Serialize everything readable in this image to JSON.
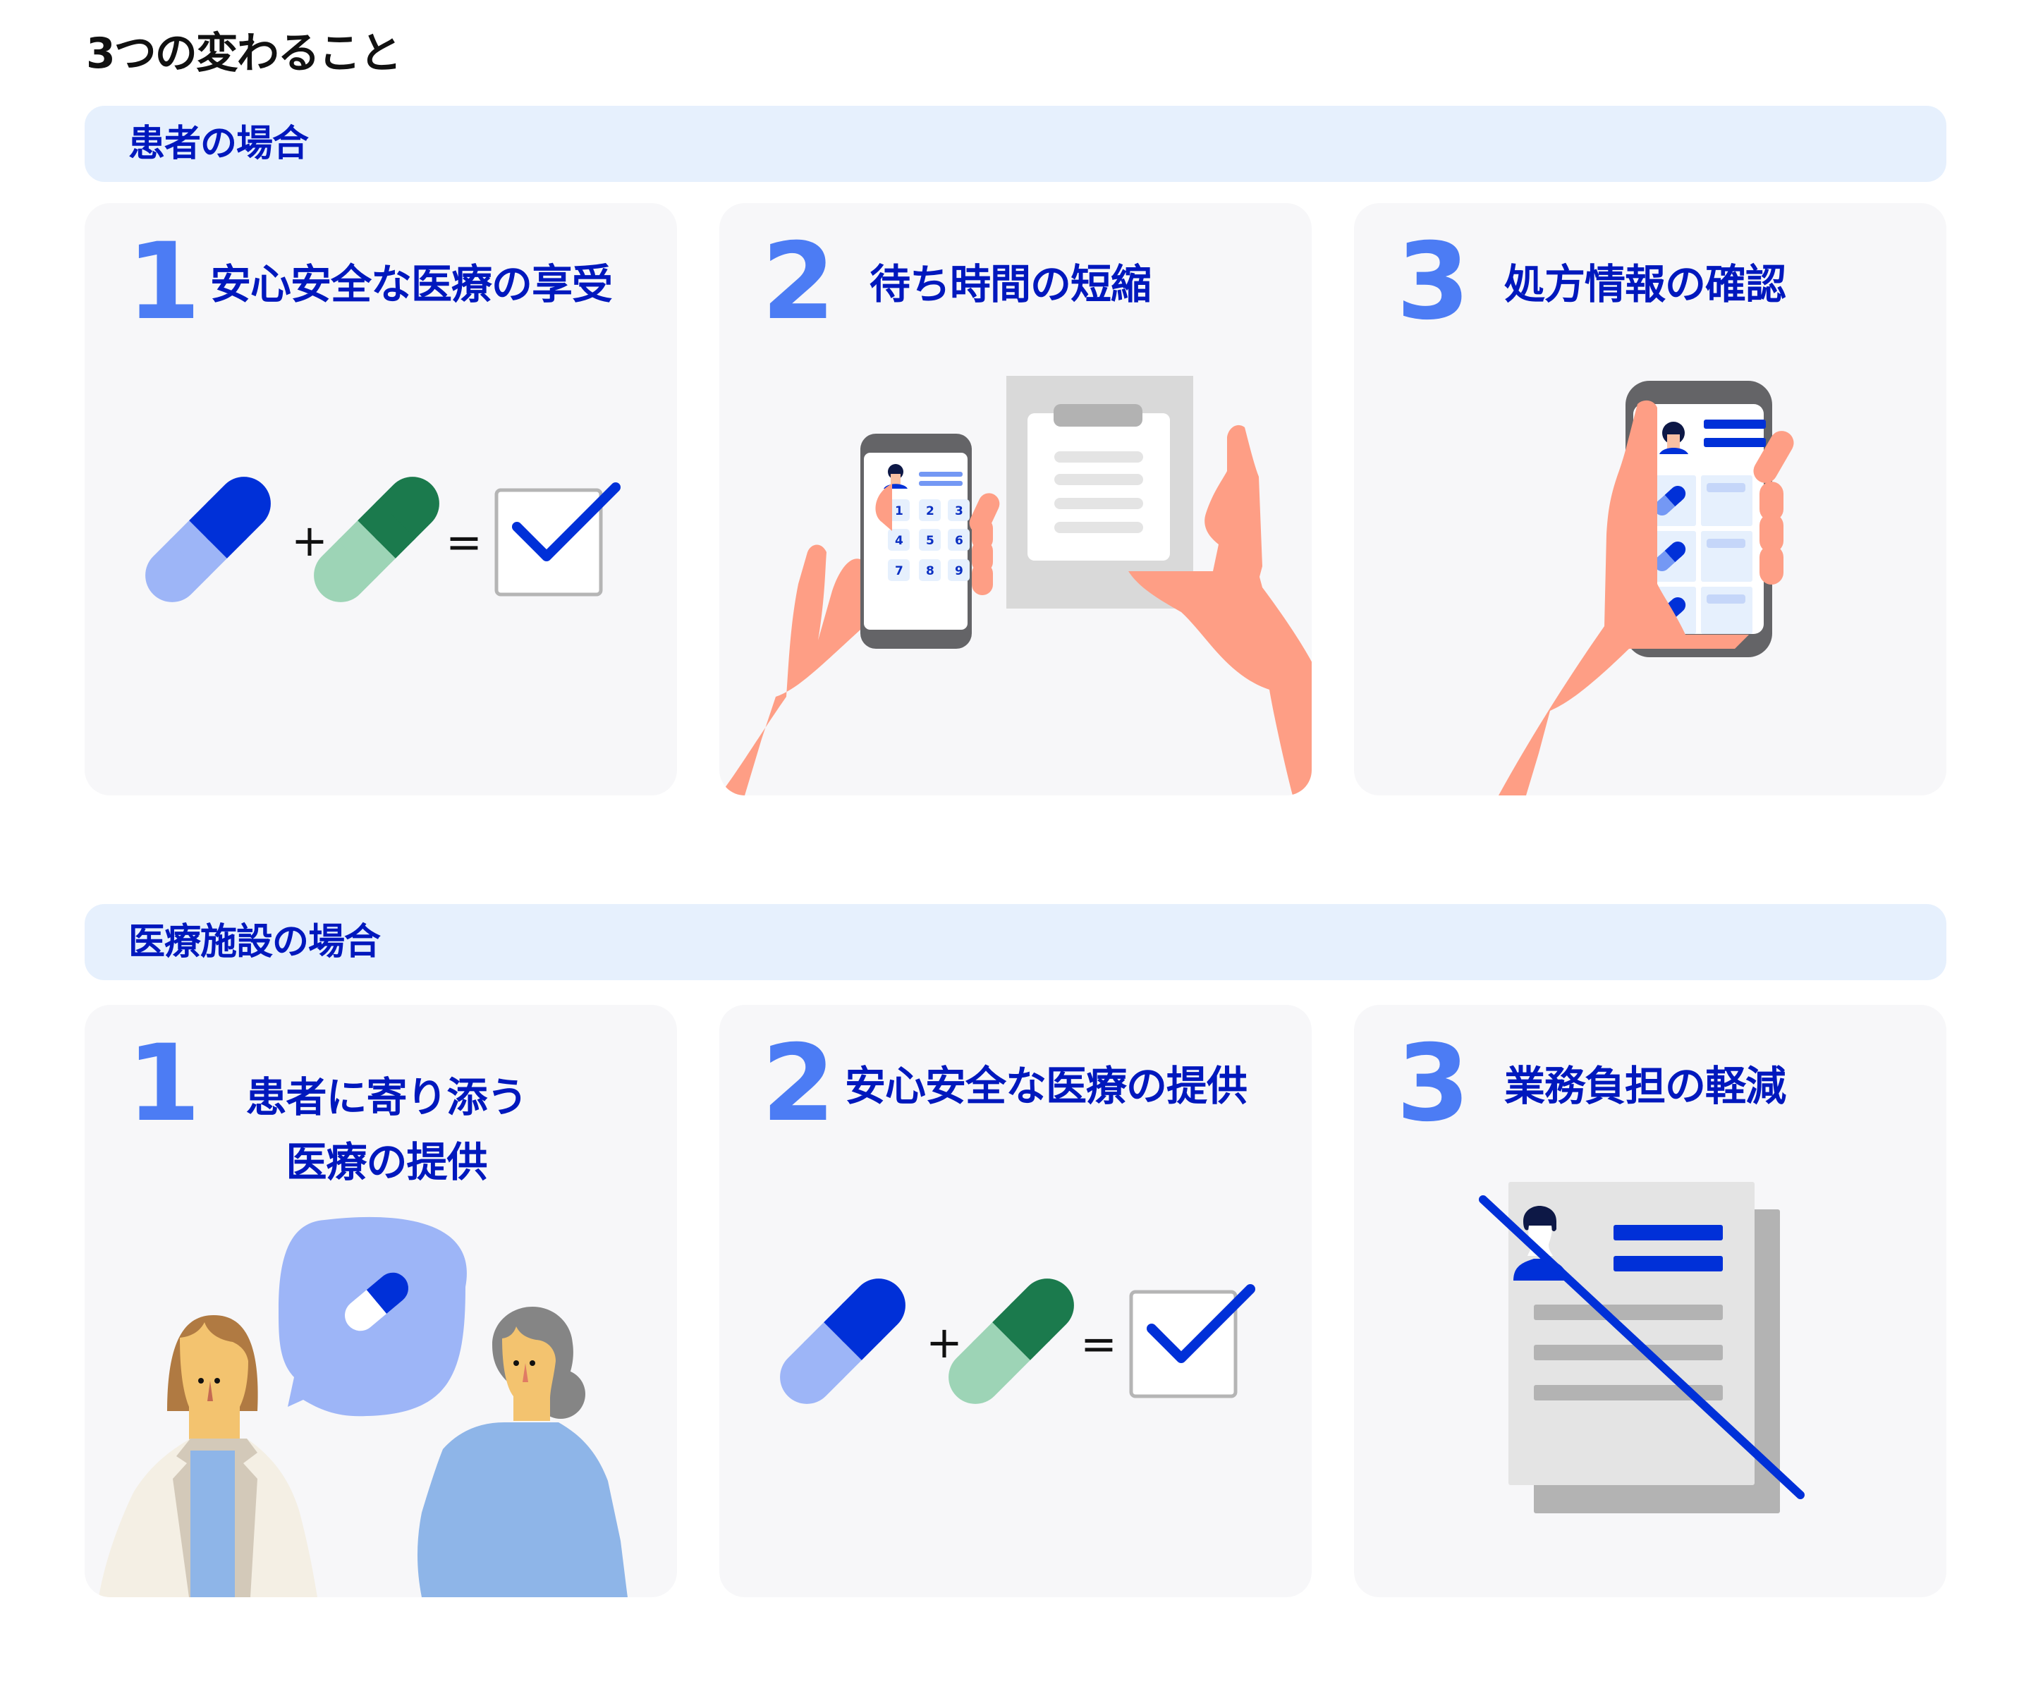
{
  "page": {
    "title": "3つの変わること"
  },
  "colors": {
    "title_text": "#111111",
    "section_band_bg": "#e6f0fd",
    "section_label": "#0018bd",
    "card_bg": "#f7f7f9",
    "number": "#4c7cf4",
    "card_title": "#0018bd",
    "pill_dark_blue": "#0030d8",
    "pill_light_blue": "#9db5f7",
    "pill_dark_green": "#1b7a4d",
    "pill_light_green": "#9dd4b6",
    "skin_hand": "#fe9e85",
    "phone_frame": "#646467",
    "doc_gray": "#e4e4e4",
    "doc_shadow": "#b3b3b3"
  },
  "sections": [
    {
      "label": "患者の場合",
      "cards": [
        {
          "number": "1",
          "title": "安心安全な医療の享受",
          "illustration": "pill-plus-pill-equals-check"
        },
        {
          "number": "2",
          "title": "待ち時間の短縮",
          "illustration": "phone-keypad-and-clipboard-in-hands",
          "keypad": [
            "1",
            "2",
            "3",
            "4",
            "5",
            "6",
            "7",
            "8",
            "9"
          ]
        },
        {
          "number": "3",
          "title": "処方情報の確認",
          "illustration": "phone-with-prescription-list-in-hand"
        }
      ]
    },
    {
      "label": "医療施設の場合",
      "cards": [
        {
          "number": "1",
          "title_line1": "患者に寄り添う",
          "title_line2": "医療の提供",
          "illustration": "doctor-and-patient-with-pill-speech-bubble"
        },
        {
          "number": "2",
          "title": "安心安全な医療の提供",
          "illustration": "pill-plus-pill-equals-check"
        },
        {
          "number": "3",
          "title": "業務負担の軽減",
          "illustration": "crossed-out-paper-documents"
        }
      ]
    }
  ],
  "symbols": {
    "plus": "+",
    "equals": "="
  }
}
